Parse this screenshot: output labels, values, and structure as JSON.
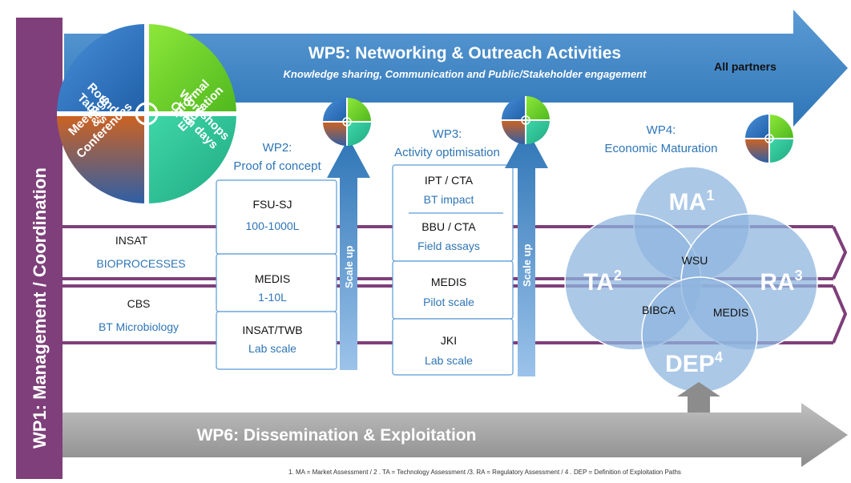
{
  "wp1": {
    "label": "WP1: Management / Coordination"
  },
  "wp5": {
    "title": "WP5: Networking & Outreach Activities",
    "subtitle": "Knowledge sharing,  Communication and Public/Stakeholder engagement",
    "partners": "All partners"
  },
  "wheel": {
    "q1_line1": "Meetings",
    "q1_amp": "&",
    "q1_line2": "Conferences",
    "q2_line1": "Workshops",
    "q2_line2": "Open days",
    "q3_line1": "Round",
    "q3_line2": "Tables",
    "q4_line1": "Informal",
    "q4_line2": "Education"
  },
  "rows": {
    "insat_name": "INSAT",
    "insat_field": "BIOPROCESSES",
    "cbs_name": "CBS",
    "cbs_field": "BT Microbiology"
  },
  "wp2": {
    "title_line1": "WP2:",
    "title_line2": "Proof of concept",
    "scale_up": "Scale up",
    "boxes": [
      {
        "name": "FSU-SJ",
        "detail": "100-1000L"
      },
      {
        "name": "MEDIS",
        "detail": "1-10L"
      },
      {
        "name": "INSAT/TWB",
        "detail": "Lab scale"
      }
    ]
  },
  "wp3": {
    "title_line1": "WP3:",
    "title_line2": "Activity optimisation",
    "scale_up": "Scale up",
    "boxes": [
      {
        "name": "IPT / CTA",
        "detail": "BT impact"
      },
      {
        "name": "BBU / CTA",
        "detail": "Field assays"
      },
      {
        "name": "MEDIS",
        "detail": "Pilot scale"
      },
      {
        "name": "JKI",
        "detail": "Lab scale"
      }
    ]
  },
  "wp4": {
    "title_line1": "WP4:",
    "title_line2": "Economic Maturation",
    "ma": "MA",
    "ma_sup": "1",
    "ta": "TA",
    "ta_sup": "2",
    "ra": "RA",
    "ra_sup": "3",
    "dep": "DEP",
    "dep_sup": "4",
    "wsu": "WSU",
    "bibca": "BIBCA",
    "medis": "MEDIS"
  },
  "wp6": {
    "title": "WP6: Dissemination & Exploitation"
  },
  "footnote": "1. MA = Market Assessment / 2 . TA = Technology Assessment /3. RA = Regulatory Assessment / 4 . DEP =  Definition of Exploitation Paths",
  "colors": {
    "purple": "#7e3f7a",
    "blue": "#2e75b6",
    "green": "#7ed321",
    "teal": "#2ec39a",
    "orange": "#c8642a",
    "grey": "#a6a6a6",
    "venn": "#8fb5df"
  }
}
